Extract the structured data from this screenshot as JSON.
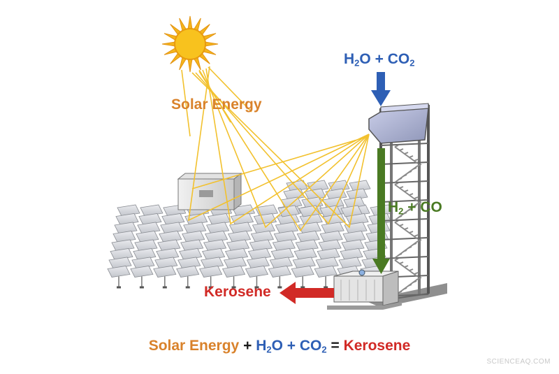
{
  "colors": {
    "solar": "#d9822b",
    "water": "#2e5fb5",
    "syngas": "#4a7a23",
    "kerosene": "#d12a26",
    "ray": "#f2c12e",
    "sun": "#f5b51b",
    "sun_core": "#f8c21e",
    "watermark": "#c8c8c8",
    "dark": "#1a1a1a"
  },
  "labels": {
    "solar_energy": "Solar Energy",
    "input": {
      "h": "H",
      "sub2": "2",
      "o_plus": "O + CO",
      "co2_sub": "2"
    },
    "syngas": {
      "h": "H",
      "sub2": "2",
      "rest": " + CO"
    },
    "kerosene": "Kerosene"
  },
  "equation": {
    "term1": "Solar Energy",
    "plus1": " + ",
    "h": "H",
    "h_sub": "2",
    "o_plus": "O + CO",
    "co2_sub": "2",
    "equals": " = ",
    "result": "Kerosene"
  },
  "watermark": "SCIENCEAQ.COM",
  "icons": {
    "sun": "sun-icon",
    "heliostat_field": "heliostat-field",
    "solar_tower": "solar-tower",
    "control_building": "control-building",
    "processing_container": "processing-container"
  }
}
